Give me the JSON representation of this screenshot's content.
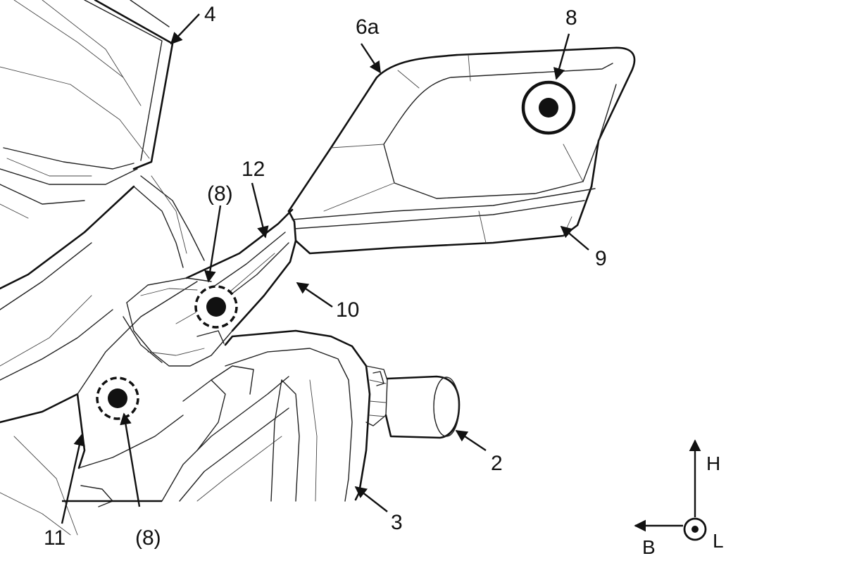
{
  "figure": {
    "callouts": {
      "mirror_housing": "6a",
      "camera_main": "8",
      "windshield": "4",
      "stay_joint": "12",
      "camera_upper_alt": "(8)",
      "camera_lower_alt": "(8)",
      "mirror_lower_cover": "9",
      "mirror_stay": "10",
      "grip": "2",
      "handlebar": "3",
      "cowl": "11"
    },
    "axes": {
      "up": "H",
      "back": "B",
      "left": "L"
    }
  }
}
